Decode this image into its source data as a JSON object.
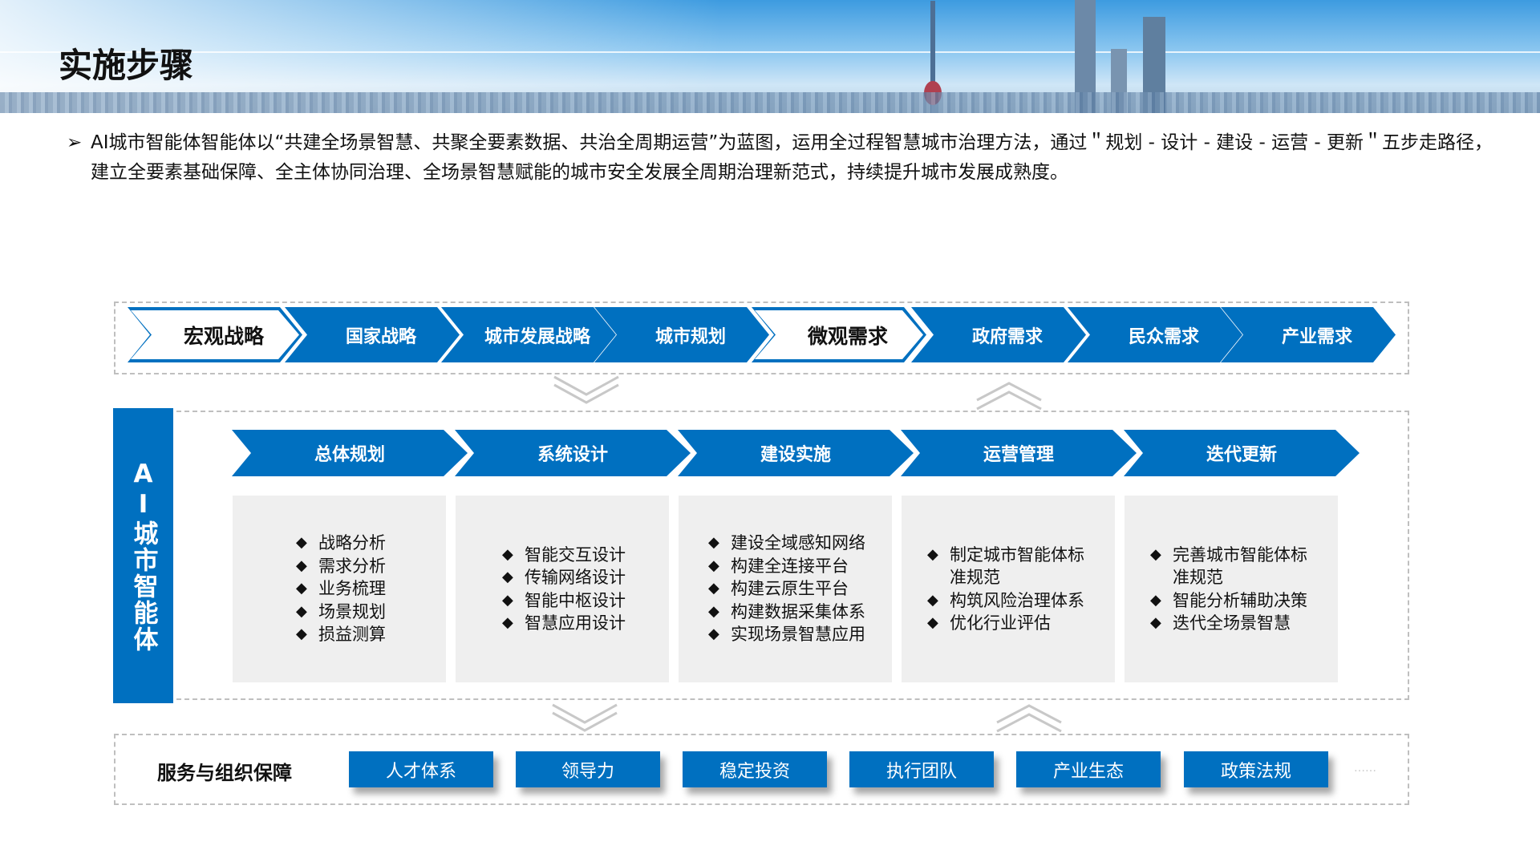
{
  "header": {
    "title": "实施步骤"
  },
  "intro": {
    "bullet_icon": "arrowhead-bullet",
    "text": "AI城市智能体智能体以“共建全场景智慧、共聚全要素数据、共治全周期运营”为蓝图，运用全过程智慧城市治理方法，通过＂规划 - 设计 - 建设 - 运营 - 更新＂五步走路径，建立全要素基础保障、全主体协同治理、全场景智慧赋能的城市安全发展全周期治理新范式，持续提升城市发展成熟度。"
  },
  "needs": [
    {
      "label": "宏观战略",
      "style": "white"
    },
    {
      "label": "国家战略",
      "style": "blue"
    },
    {
      "label": "城市发展战略",
      "style": "blue"
    },
    {
      "label": "城市规划",
      "style": "blue"
    },
    {
      "label": "微观需求",
      "style": "white"
    },
    {
      "label": "政府需求",
      "style": "blue"
    },
    {
      "label": "民众需求",
      "style": "blue"
    },
    {
      "label": "产业需求",
      "style": "blue"
    }
  ],
  "sidebar": {
    "label": "AI城市智能体"
  },
  "steps": [
    {
      "label": "总体规划",
      "items": [
        "战略分析",
        "需求分析",
        "业务梳理",
        "场景规划",
        "损益测算"
      ]
    },
    {
      "label": "系统设计",
      "items": [
        "智能交互设计",
        "传输网络设计",
        "智能中枢设计",
        "智慧应用设计"
      ]
    },
    {
      "label": "建设实施",
      "items": [
        "建设全域感知网络",
        "构建全连接平台",
        "构建云原生平台",
        "构建数据采集体系",
        "实现场景智慧应用"
      ]
    },
    {
      "label": "运营管理",
      "items": [
        "制定城市智能体标准规范",
        "构筑风险治理体系",
        "优化行业评估"
      ]
    },
    {
      "label": "迭代更新",
      "items": [
        "完善城市智能体标准规范",
        "智能分析辅助决策",
        "迭代全场景智慧"
      ]
    }
  ],
  "bullet": "◆",
  "services": {
    "label": "服务与组织保障",
    "items": [
      "人才体系",
      "领导力",
      "稳定投资",
      "执行团队",
      "产业生态",
      "政策法规"
    ],
    "more": "……"
  },
  "colors": {
    "accent": "#0070c0",
    "card": "#efefef",
    "dash": "#bfbfbf"
  }
}
